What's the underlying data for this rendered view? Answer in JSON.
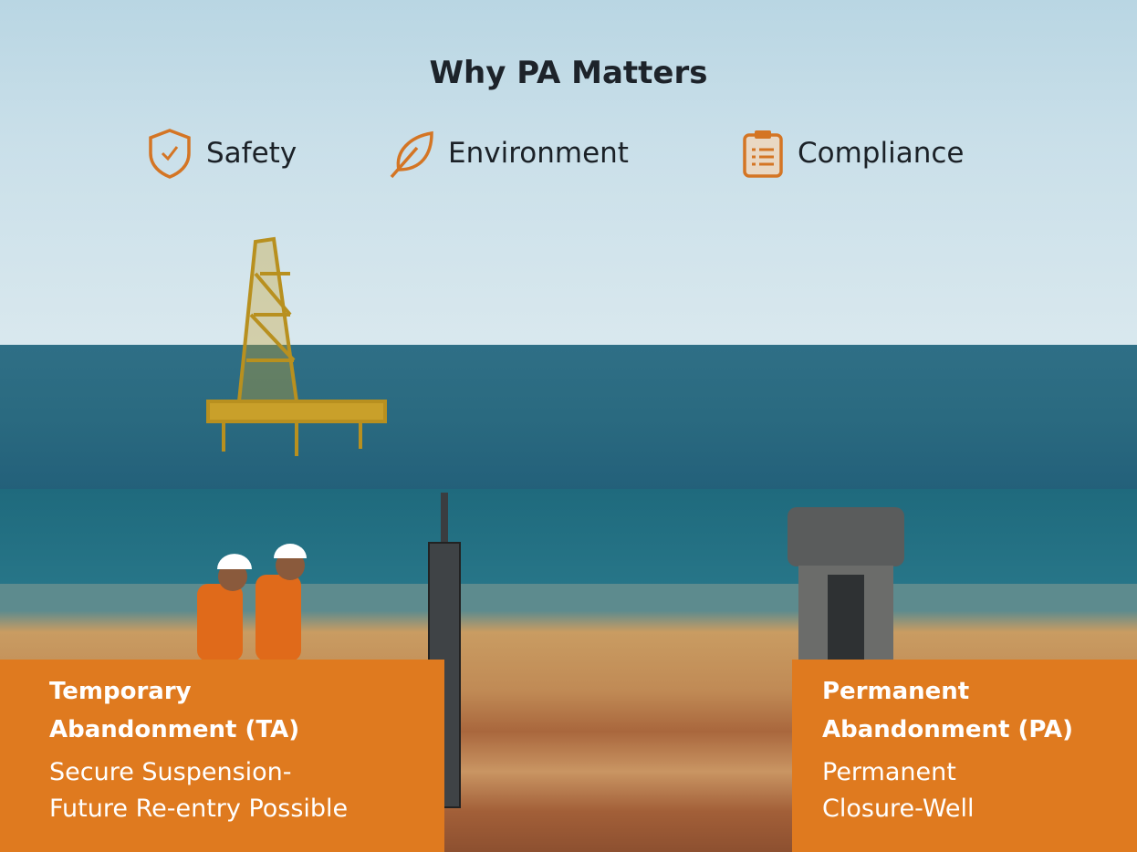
{
  "title": "Why PA Matters",
  "pillars": [
    {
      "label": "Safety",
      "icon": "shield-check-icon"
    },
    {
      "label": "Environment",
      "icon": "leaf-icon"
    },
    {
      "label": "Compliance",
      "icon": "clipboard-checklist-icon"
    }
  ],
  "panels": {
    "temporary": {
      "title_line1": "Temporary",
      "title_line2": "Abandonment (TA)",
      "desc_line1": "Secure Suspension-",
      "desc_line2": "Future Re-entry Possible"
    },
    "permanent": {
      "title_line1": "Permanent",
      "title_line2": "Abandonment (PA)",
      "desc_line1": "Permanent",
      "desc_line2": "Closure-Well"
    }
  },
  "colors": {
    "accent": "#df7a1f",
    "sea": "#2a6a80",
    "sky": "#c9dfe9"
  }
}
